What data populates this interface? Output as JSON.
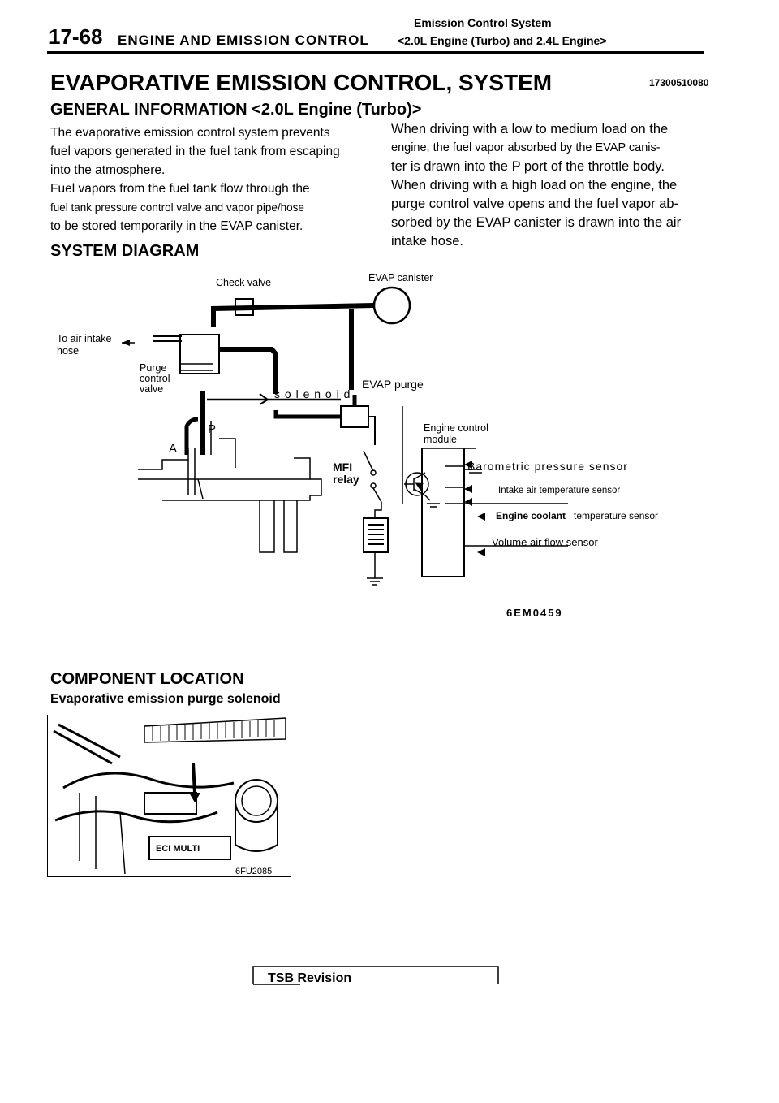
{
  "header": {
    "page_number": "17-68",
    "section": "ENGINE AND EMISSION CONTROL",
    "subsection": "Emission Control System",
    "applicability": "<2.0L Engine (Turbo) and 2.4L Engine>"
  },
  "title": "EVAPORATIVE EMISSION CONTROL, SYSTEM",
  "doc_code": "17300510080",
  "general": {
    "heading": "GENERAL INFORMATION <2.0L Engine (Turbo)>",
    "left_lines": [
      "The evaporative emission control system prevents",
      "fuel vapors generated in the fuel tank from escaping",
      "into the atmosphere.",
      "Fuel vapors from the fuel tank flow through the",
      "fuel tank pressure control valve and vapor pipe/hose",
      "to be stored temporarily in the EVAP canister."
    ],
    "right_lines": [
      "When driving with a low to medium load on the",
      "engine, the fuel vapor absorbed by the EVAP canis-",
      "ter is drawn into the P port of the throttle body.",
      "When driving with a high load on the engine, the",
      "purge control valve opens and the fuel vapor ab-",
      "sorbed by the EVAP canister is drawn into the air",
      "intake hose."
    ]
  },
  "diagram": {
    "heading": "SYSTEM DIAGRAM",
    "labels": {
      "check_valve": "Check valve",
      "evap_canister": "EVAP canister",
      "to_air_intake_1": "To air intake",
      "to_air_intake_2": "hose",
      "purge_control_1": "Purge",
      "purge_control_2": "control",
      "purge_control_3": "valve",
      "evap_purge_1": "EVAP purge",
      "evap_purge_2": "s o l e n o i d",
      "port_p": "P",
      "port_a": "A",
      "ecm_1": "Engine control",
      "ecm_2": "module",
      "mfi_1": "MFI",
      "mfi_2": "relay",
      "baro": "Barometric pressure sensor",
      "iat": "Intake air temperature sensor",
      "ect_1": "Engine coolant",
      "ect_2": "temperature sensor",
      "vaf": "Volume air flow sensor"
    },
    "figure_code": "6EM0459"
  },
  "component": {
    "heading": "COMPONENT LOCATION",
    "subheading": "Evaporative emission purge solenoid",
    "photo_code": "6FU2085",
    "photo_badge": "ECI MULTI"
  },
  "footer": {
    "tsb": "TSB Revision"
  }
}
